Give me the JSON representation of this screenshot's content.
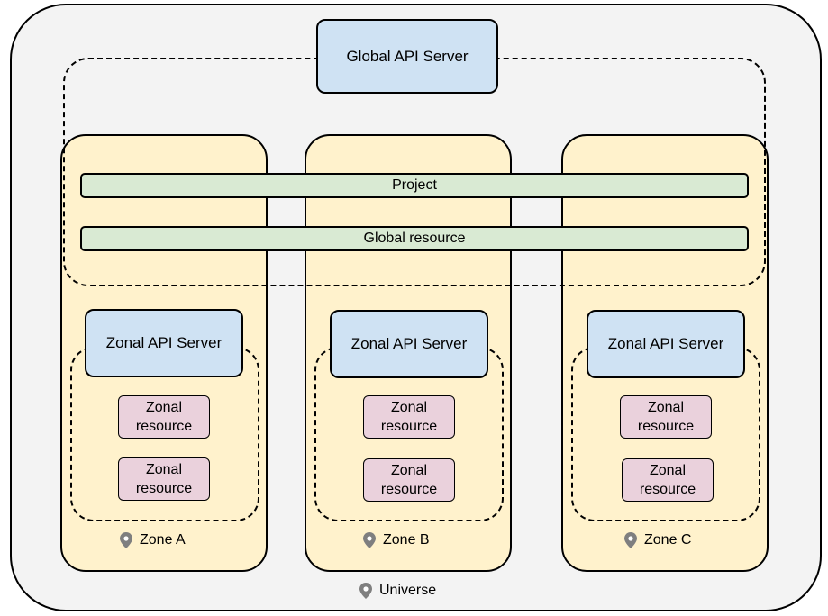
{
  "global_api_server": "Global API Server",
  "project": "Project",
  "global_resource": "Global resource",
  "universe_label": "Universe",
  "colors": {
    "universe_fill": "#f3f3f3",
    "zone_fill": "#fff2cc",
    "api_server_fill": "#cfe2f3",
    "project_fill": "#d9ead3",
    "zonal_resource_fill": "#ead1dc",
    "pin": "#7f7f7f"
  },
  "pin_icon": "location-pin-icon",
  "zones": [
    {
      "label": "Zone A",
      "api_server": "Zonal API Server",
      "resources": [
        "Zonal\nresource",
        "Zonal\nresource"
      ]
    },
    {
      "label": "Zone B",
      "api_server": "Zonal API Server",
      "resources": [
        "Zonal\nresource",
        "Zonal\nresource"
      ]
    },
    {
      "label": "Zone C",
      "api_server": "Zonal API Server",
      "resources": [
        "Zonal\nresource",
        "Zonal\nresource"
      ]
    }
  ]
}
